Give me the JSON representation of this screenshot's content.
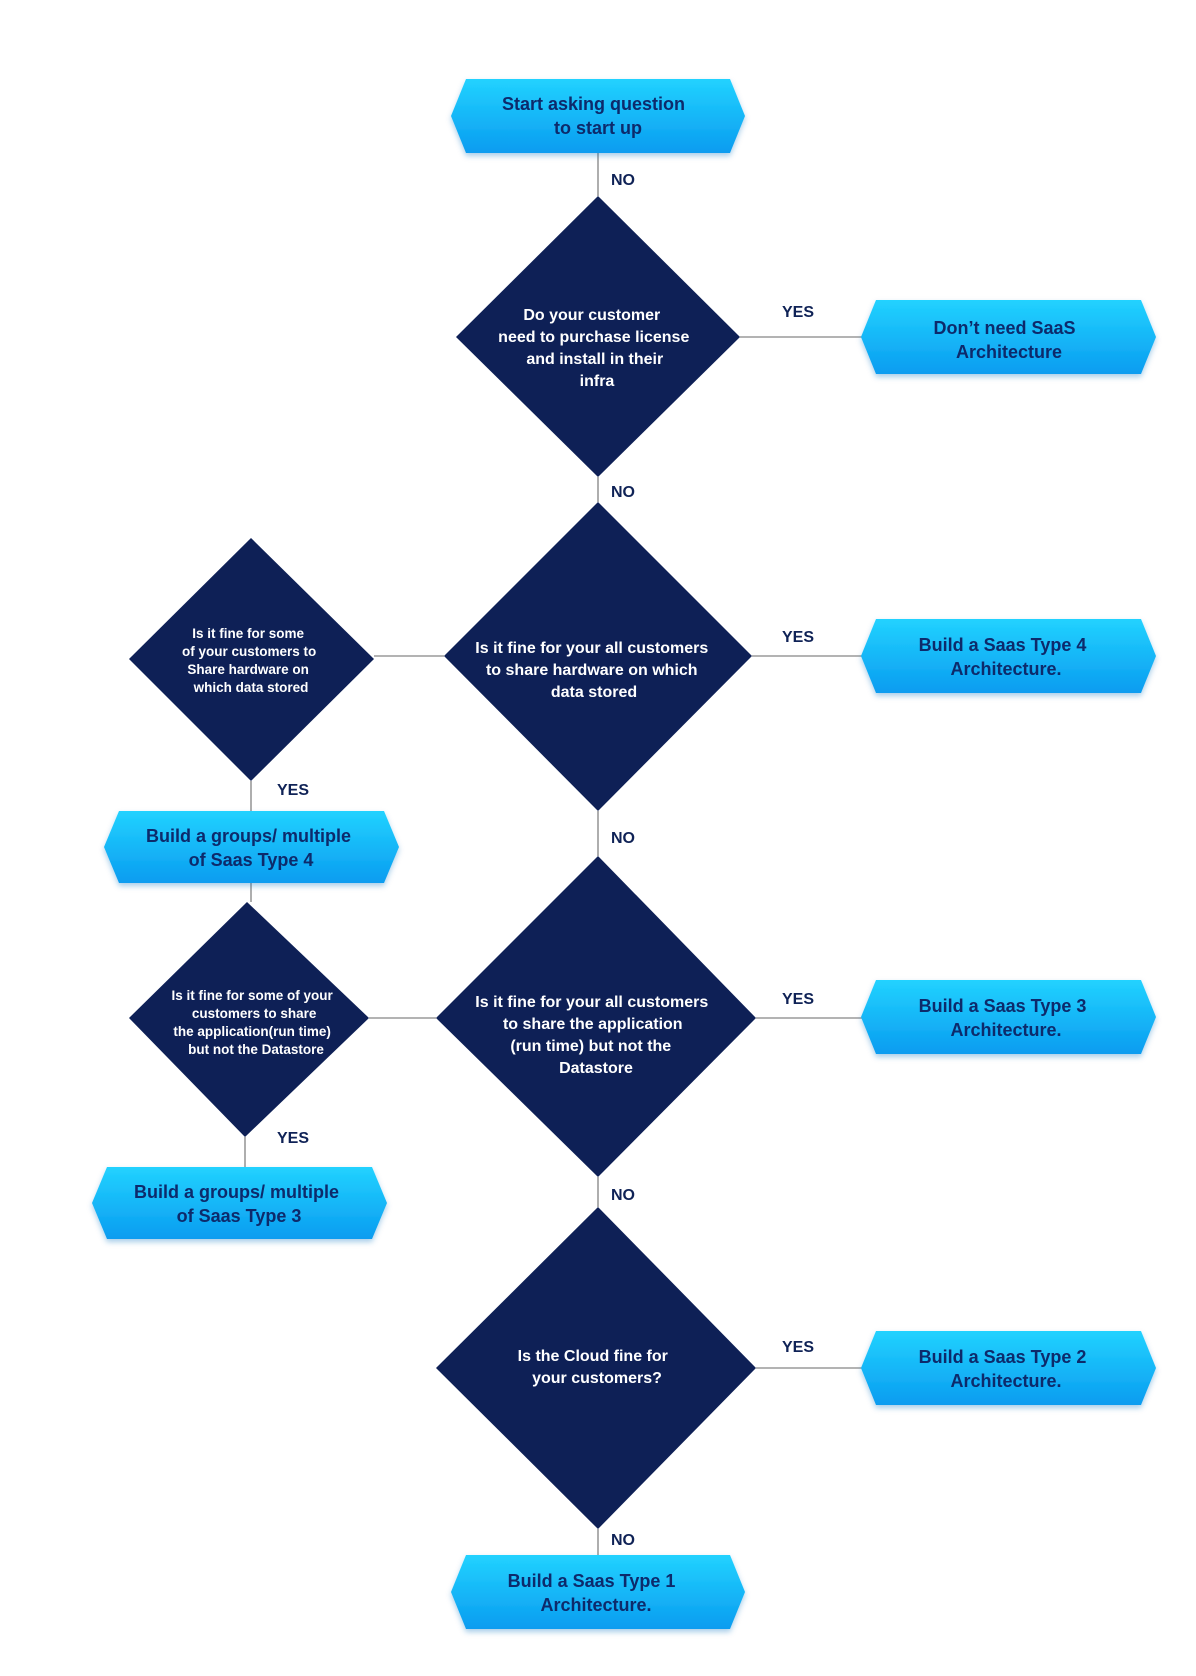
{
  "nodes": {
    "start": [
      "Start asking question",
      "to start up"
    ],
    "no_saas": [
      "Don’t need SaaS",
      "Architecture"
    ],
    "type4": [
      "Build a Saas Type 4",
      "Architecture."
    ],
    "groups_type4": [
      "Build a groups/ multiple",
      "of Saas Type 4"
    ],
    "type3": [
      "Build a Saas Type 3",
      "Architecture."
    ],
    "groups_type3": [
      "Build a groups/ multiple",
      "of Saas Type 3"
    ],
    "type2": [
      "Build a Saas Type 2",
      "Architecture."
    ],
    "type1": [
      "Build a Saas Type 1",
      "Architecture."
    ]
  },
  "decisions": {
    "license": [
      "Do your customer",
      "need to purchase license",
      "and install in their",
      "infra"
    ],
    "share_hardware_all": [
      "Is it fine for your all customers",
      "to share hardware on which",
      "data stored"
    ],
    "share_hardware_some": [
      "Is it  fine for some",
      "of your customers to",
      "Share hardware on",
      "which data stored"
    ],
    "share_app_all": [
      "Is it fine for your all customers",
      "to share the application",
      "(run time) but not the",
      "Datastore"
    ],
    "share_app_some": [
      "Is it fine for some of your",
      "customers to share",
      "the application(run time)",
      "but not the Datastore"
    ],
    "cloud": [
      "Is the Cloud fine for",
      "your customers?"
    ]
  },
  "edge_labels": {
    "start_to_license": "NO",
    "license_yes": "YES",
    "license_no": "NO",
    "hardware_all_yes": "YES",
    "hardware_some_yes": "YES",
    "hardware_all_no": "NO",
    "app_all_yes": "YES",
    "app_some_yes": "YES",
    "app_all_no": "NO",
    "cloud_yes": "YES",
    "cloud_no": "NO"
  },
  "colors": {
    "pill_top": "#22d2ff",
    "pill_bottom": "#0a9cf0",
    "pill_text": "#0d2a6b",
    "diamond_fill": "#0e2056",
    "connector": "#9a9a9a"
  }
}
